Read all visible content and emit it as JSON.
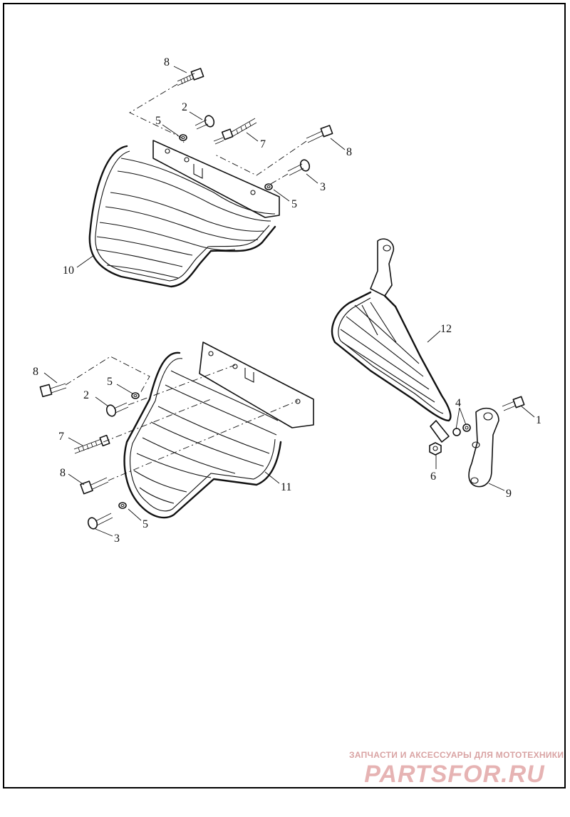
{
  "callouts": [
    {
      "id": "c8a",
      "text": "8"
    },
    {
      "id": "c2a",
      "text": "2"
    },
    {
      "id": "c5a",
      "text": "5"
    },
    {
      "id": "c7a",
      "text": "7"
    },
    {
      "id": "c8b",
      "text": "8"
    },
    {
      "id": "c3a",
      "text": "3"
    },
    {
      "id": "c5b",
      "text": "5"
    },
    {
      "id": "c10",
      "text": "10"
    },
    {
      "id": "c12",
      "text": "12"
    },
    {
      "id": "c8c",
      "text": "8"
    },
    {
      "id": "c5c",
      "text": "5"
    },
    {
      "id": "c2b",
      "text": "2"
    },
    {
      "id": "c7b",
      "text": "7"
    },
    {
      "id": "c8d",
      "text": "8"
    },
    {
      "id": "c3b",
      "text": "3"
    },
    {
      "id": "c5d",
      "text": "5"
    },
    {
      "id": "c11",
      "text": "11"
    },
    {
      "id": "c4",
      "text": "4"
    },
    {
      "id": "c1",
      "text": "1"
    },
    {
      "id": "c6",
      "text": "6"
    },
    {
      "id": "c9",
      "text": "9"
    }
  ],
  "watermark": {
    "tagline": "ЗАПЧАСТИ И АКСЕССУАРЫ ДЛЯ МОТОТЕХНИКИ",
    "logo_text": "PARTSFOR.RU",
    "color": "#d9a3a3"
  }
}
